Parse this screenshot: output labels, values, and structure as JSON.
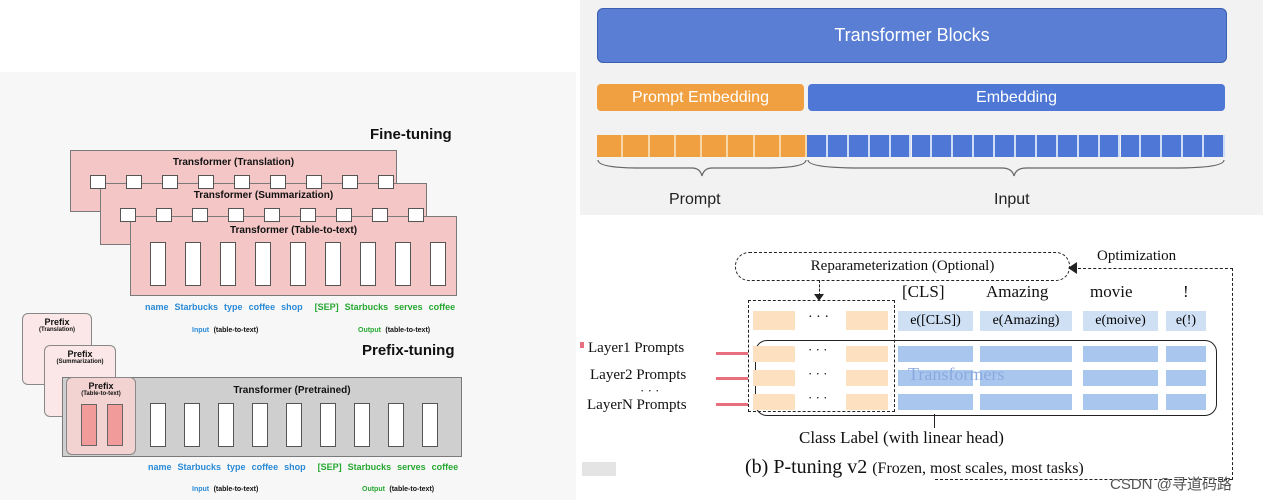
{
  "fine_tuning": {
    "title": "Fine-tuning",
    "blocks": [
      "Transformer (Translation)",
      "Transformer (Summarization)",
      "Transformer (Table-to-text)"
    ],
    "input_tokens": [
      "name",
      "Starbucks",
      "type",
      "coffee",
      "shop"
    ],
    "sep_tokens": [
      "[SEP]",
      "Starbucks",
      "serves",
      "coffee"
    ],
    "input_label_prefix": "Input",
    "input_label_suffix": "(table-to-text)",
    "output_label_prefix": "Output",
    "output_label_suffix": "(table-to-text)"
  },
  "prefix_tuning": {
    "title": "Prefix-tuning",
    "prefixes": [
      {
        "title": "Prefix",
        "sub": "(Translation)"
      },
      {
        "title": "Prefix",
        "sub": "(Summarization)"
      },
      {
        "title": "Prefix",
        "sub": "(Table-to-text)"
      }
    ],
    "transformer": "Transformer  (Pretrained)",
    "input_tokens": [
      "name",
      "Starbucks",
      "type",
      "coffee",
      "shop"
    ],
    "sep_tokens": [
      "[SEP]",
      "Starbucks",
      "serves",
      "coffee"
    ],
    "input_label_prefix": "Input",
    "input_label_suffix": "(table-to-text)",
    "output_label_prefix": "Output",
    "output_label_suffix": "(table-to-text)"
  },
  "prompt_diagram": {
    "transformer_blocks": "Transformer Blocks",
    "prompt_embedding": "Prompt Embedding",
    "embedding": "Embedding",
    "prompt_label": "Prompt",
    "input_label": "Input",
    "prompt_cells": 8,
    "input_cells": 20,
    "colors": {
      "orange": "#f0a040",
      "blue": "#4f78d6"
    }
  },
  "p_tuning_v2": {
    "reparam": "Reparameterization (Optional)",
    "optimization": "Optimization",
    "tokens": [
      "[CLS]",
      "Amazing",
      "movie",
      "!"
    ],
    "embeddings": [
      "e([CLS])",
      "e(Amazing)",
      "e(moive)",
      "e(!)"
    ],
    "layers": [
      "Layer1 Prompts",
      "Layer2 Prompts",
      "LayerN Prompts"
    ],
    "vdots": "· · ·",
    "ellipsis": "· · ·",
    "transformers": "Transformers",
    "class_label": "Class Label (with linear head)",
    "caption_main": "(b) P-tuning v2",
    "caption_sub": "(Frozen, most scales, most tasks)"
  },
  "watermark": "CSDN @寻道码路"
}
